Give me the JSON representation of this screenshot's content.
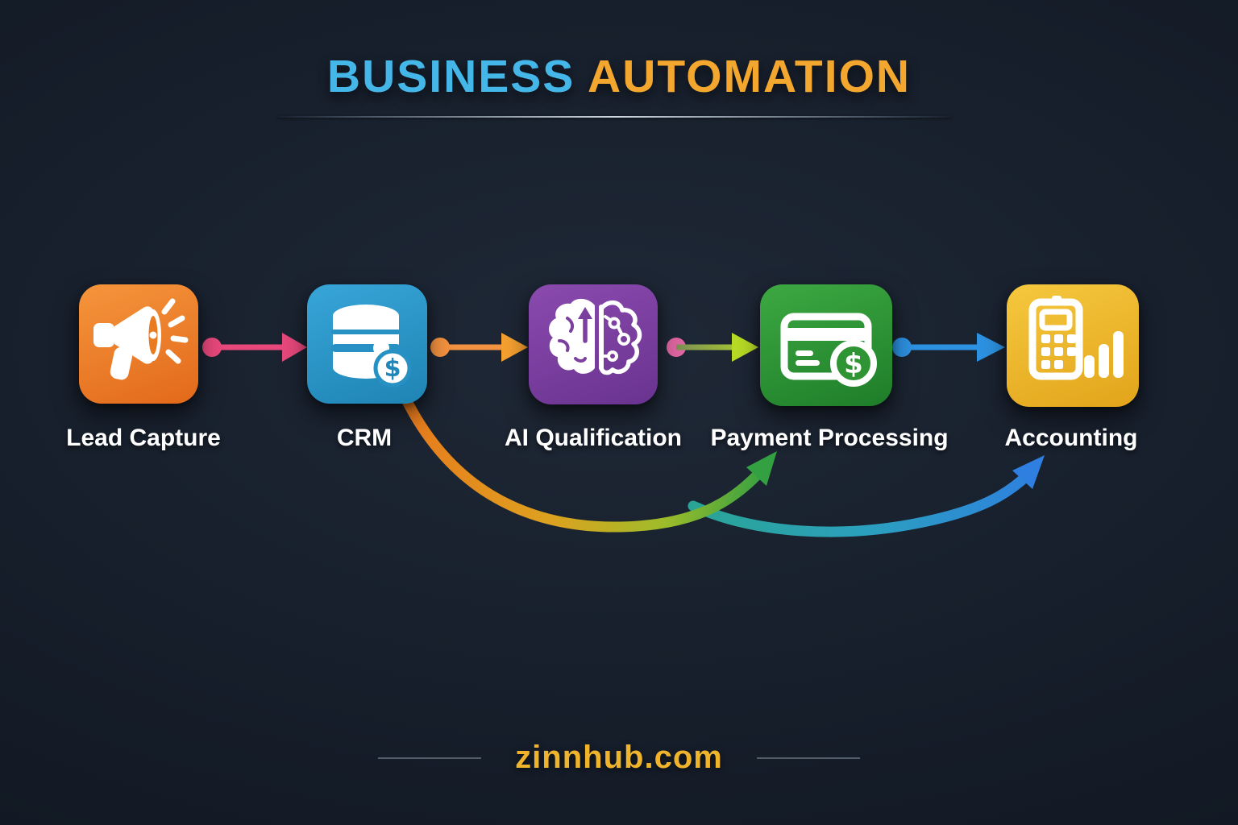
{
  "title": {
    "words": [
      {
        "text": "BUSINESS",
        "color": "#45b6e8"
      },
      {
        "text": "AUTOMATION",
        "color": "#f3a72e"
      }
    ]
  },
  "nodes": [
    {
      "label": "Lead Capture",
      "icon": "megaphone-icon",
      "color": "#e97b20"
    },
    {
      "label": "CRM",
      "icon": "database-dollar-icon",
      "color": "#2791c4"
    },
    {
      "label": "AI Qualification",
      "icon": "brain-icon",
      "color": "#7b3f9e"
    },
    {
      "label": "Payment Processing",
      "icon": "credit-card-dollar-icon",
      "color": "#2e9434"
    },
    {
      "label": "Accounting",
      "icon": "calculator-chart-icon",
      "color": "#eeb825"
    }
  ],
  "connectors": [
    {
      "from": "Lead Capture",
      "to": "CRM",
      "style": "straight",
      "color": "#e8487c"
    },
    {
      "from": "CRM",
      "to": "AI Qualification",
      "style": "straight",
      "color": "#f39240"
    },
    {
      "from": "AI Qualification",
      "to": "Payment Processing",
      "style": "straight",
      "color_start": "#df66a2",
      "color_end": "#b8dc26"
    },
    {
      "from": "Payment Processing",
      "to": "Accounting",
      "style": "straight",
      "color": "#2d92e2"
    },
    {
      "from": "CRM",
      "to": "Payment Processing",
      "style": "curved",
      "color_start": "#e8791e",
      "color_end": "#33a042"
    },
    {
      "from": "Payment Processing",
      "to": "Accounting",
      "style": "curved",
      "color_start": "#2aa595",
      "color_end": "#2e7fdf"
    }
  ],
  "footer": {
    "text": "zinnhub.com",
    "color": "#f0b42c"
  },
  "background": {
    "center": "#1f2836",
    "edge": "#0e141d"
  }
}
